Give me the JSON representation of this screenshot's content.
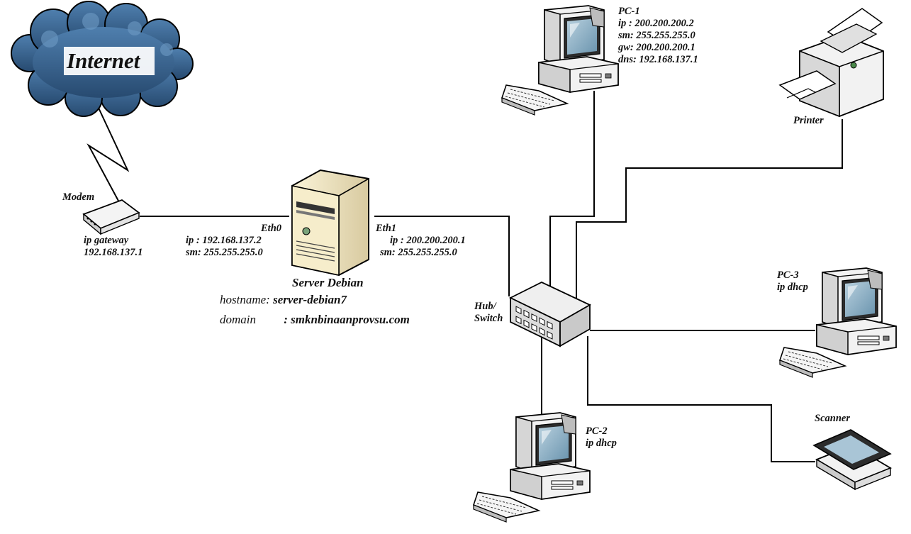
{
  "internet": {
    "label": "Internet"
  },
  "modem": {
    "label": "Modem",
    "ip_label": "ip gateway",
    "ip_value": "192.168.137.1"
  },
  "server": {
    "eth0": {
      "name": "Eth0",
      "ip": "ip : 192.168.137.2",
      "sm": "sm: 255.255.255.0"
    },
    "eth1": {
      "name": "Eth1",
      "ip": "ip : 200.200.200.1",
      "sm": "sm: 255.255.255.0"
    },
    "name": "Server Debian",
    "hostname_key": "hostname:",
    "hostname_val": "server-debian7",
    "domain_key": "domain",
    "domain_val": ": smknbinaanprovsu.com"
  },
  "hub": {
    "line1": "Hub/",
    "line2": "Switch"
  },
  "pc1": {
    "name": "PC-1",
    "ip": "ip : 200.200.200.2",
    "sm": "sm: 255.255.255.0",
    "gw": "gw: 200.200.200.1",
    "dns": "dns: 192.168.137.1"
  },
  "pc2": {
    "name": "PC-2",
    "ip": "ip dhcp"
  },
  "pc3": {
    "name": "PC-3",
    "ip": "ip dhcp"
  },
  "printer": {
    "label": "Printer"
  },
  "scanner": {
    "label": "Scanner"
  },
  "colors": {
    "cloud": "#3a6a99",
    "server_body": "#f0e6bf",
    "screen": "#8fb2c7",
    "line": "#000000"
  }
}
